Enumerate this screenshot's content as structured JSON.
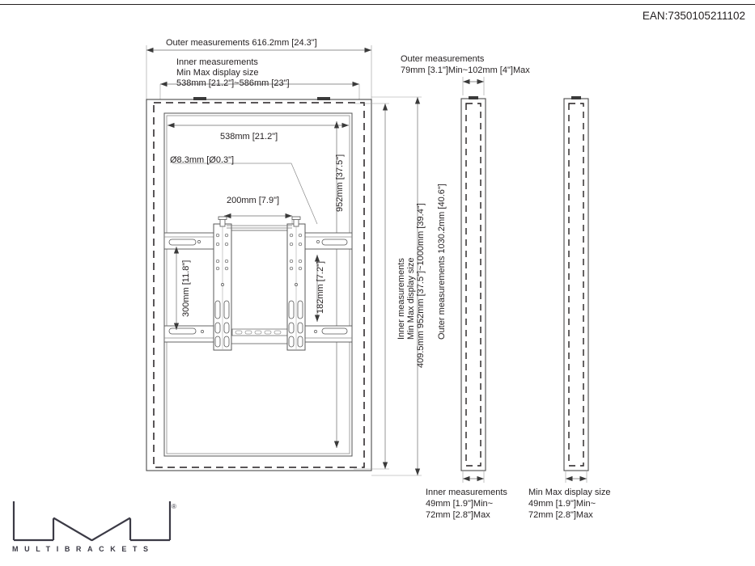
{
  "header": {
    "ean_label": "EAN:7350105211102"
  },
  "front_view": {
    "outer_width_label": "Outer measurements 616.2mm [24.3\"]",
    "inner_width_label_line1": "Inner measurements",
    "inner_width_label_line2": "Min Max display size",
    "inner_width_label_line3": "538mm [21.2\"]~586mm [23\"]",
    "inner_width_dim": "538mm [21.2\"]",
    "hole_diameter": "Ø8.3mm [Ø0.3\"]",
    "bolt_spacing": "200mm [7.9\"]",
    "inner_height_dim": "952mm [37.5\"]",
    "plate_height_dim": "300mm [11.8\"]",
    "bracket_height_dim": "182mm [7.2\"]",
    "inner_height_label_line1": "Inner measurements",
    "inner_height_label_line2": "Min Max display size",
    "inner_height_label_line3": "409.5mm 952mm [37.5\"]~1000mm [39.4\"]",
    "outer_height_label": "Outer measurements 1030.2mm [40.6\"]"
  },
  "side_view_left": {
    "top_label_line1": "Outer measurements",
    "top_label_line2": "79mm [3.1\"]Min~102mm [4\"]Max",
    "bottom_label_line1": "Inner measurements",
    "bottom_label_line2": "49mm [1.9\"]Min~",
    "bottom_label_line3": "72mm [2.8\"]Max"
  },
  "side_view_right": {
    "bottom_label_line1": "Min Max display size",
    "bottom_label_line2": "49mm [1.9\"]Min~",
    "bottom_label_line3": "72mm [2.8\"]Max"
  },
  "logo": {
    "wordmark": "MULTIBRACKETS",
    "registered": "®"
  },
  "colors": {
    "line": "#231f20",
    "thin_line": "#7a7a7a",
    "text": "#231f20",
    "logo": "#3b3a45",
    "background": "#ffffff"
  }
}
